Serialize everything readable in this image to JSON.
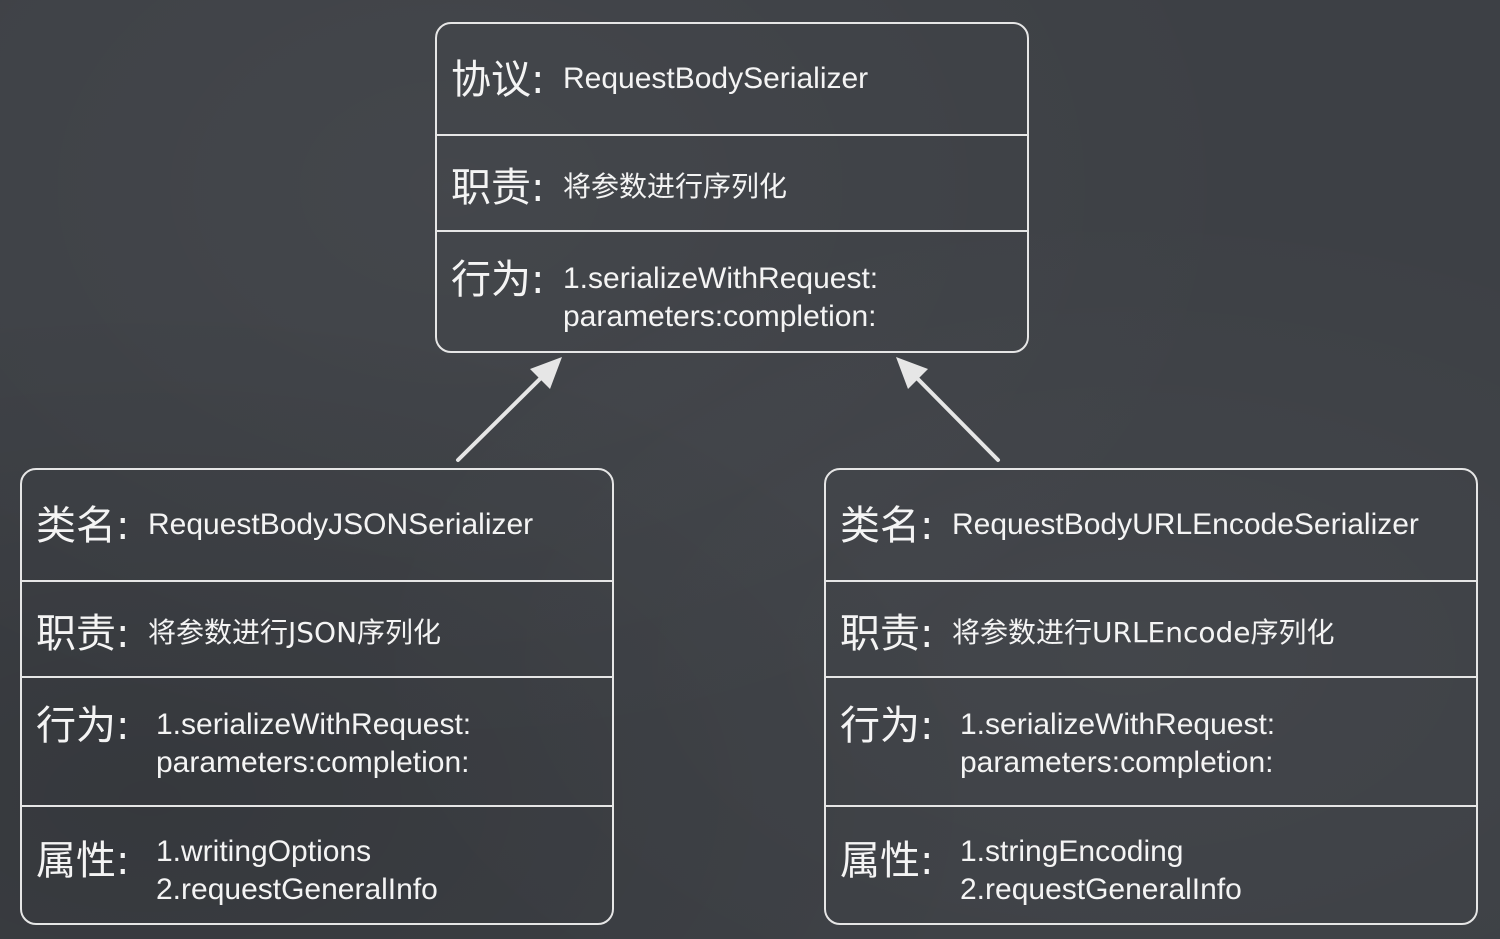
{
  "protocol_box": {
    "label_protocol": "协议:",
    "protocol_name": "RequestBodySerializer",
    "label_duty": "职责:",
    "duty": "将参数进行序列化",
    "label_behavior": "行为:",
    "behavior_line1": "1.serializeWithRequest:",
    "behavior_line2": "parameters:completion:"
  },
  "json_box": {
    "label_class": "类名:",
    "class_name": "RequestBodyJSONSerializer",
    "label_duty": "职责:",
    "duty": "将参数进行JSON序列化",
    "label_behavior": "行为:",
    "behavior_line1": "1.serializeWithRequest:",
    "behavior_line2": "parameters:completion:",
    "label_property": "属性:",
    "property_line1": "1.writingOptions",
    "property_line2": "2.requestGeneralInfo"
  },
  "url_box": {
    "label_class": "类名:",
    "class_name": "RequestBodyURLEncodeSerializer",
    "label_duty": "职责:",
    "duty": "将参数进行URLEncode序列化",
    "label_behavior": "行为:",
    "behavior_line1": "1.serializeWithRequest:",
    "behavior_line2": "parameters:completion:",
    "label_property": "属性:",
    "property_line1": "1.stringEncoding",
    "property_line2": "2.requestGeneralInfo"
  },
  "colors": {
    "background": "#3d4045",
    "chalk": "#e6e6e6"
  }
}
